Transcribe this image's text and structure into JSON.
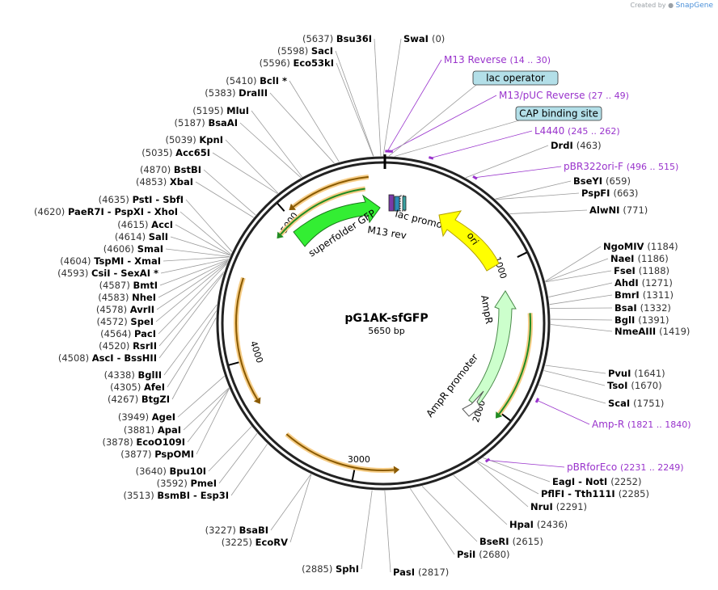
{
  "brand": {
    "created_by": "Created by",
    "app": "SnapGene"
  },
  "plasmid": {
    "name": "pG1AK-sfGFP",
    "length_label": "5650 bp",
    "length": 5650
  },
  "colors": {
    "backbone": "#222222",
    "primer": "#9933cc",
    "label_dark": "#000000",
    "ori": "#ffff00",
    "sfgfp": "#33ee33",
    "ampr": "#ccffcc",
    "lac_box": "#b3dfe8"
  },
  "ticks": [
    {
      "label": "1000",
      "pos": 1000
    },
    {
      "label": "2000",
      "pos": 2000
    },
    {
      "label": "3000",
      "pos": 3000
    },
    {
      "label": "4000",
      "pos": 4000
    },
    {
      "label": "5000",
      "pos": 5000
    }
  ],
  "features": {
    "sfgfp": "superfolder GFP",
    "m13rev": "M13 rev",
    "lac_promoter": "lac promoter",
    "ori": "ori",
    "ampr": "AmpR",
    "ampr_promoter": "AmpR promoter"
  },
  "left_sites": [
    {
      "pos": "(5637)",
      "name": "Bsu36I"
    },
    {
      "pos": "(5598)",
      "name": "SacI"
    },
    {
      "pos": "(5596)",
      "name": "Eco53kI"
    },
    {
      "pos": "(5410)",
      "name": "BclI *"
    },
    {
      "pos": "(5383)",
      "name": "DraIII"
    },
    {
      "pos": "(5195)",
      "name": "MluI"
    },
    {
      "pos": "(5187)",
      "name": "BsaAI"
    },
    {
      "pos": "(5039)",
      "name": "KpnI"
    },
    {
      "pos": "(5035)",
      "name": "Acc65I"
    },
    {
      "pos": "(4870)",
      "name": "BstBI"
    },
    {
      "pos": "(4853)",
      "name": "XbaI"
    },
    {
      "pos": "(4635)",
      "name": "PstI  - SbfI"
    },
    {
      "pos": "(4620)",
      "name": "PaeR7I  - PspXI  - XhoI"
    },
    {
      "pos": "(4615)",
      "name": "AccI"
    },
    {
      "pos": "(4614)",
      "name": "SalI"
    },
    {
      "pos": "(4606)",
      "name": "SmaI"
    },
    {
      "pos": "(4604)",
      "name": "TspMI  - XmaI"
    },
    {
      "pos": "(4593)",
      "name": "CsiI  - SexAI *"
    },
    {
      "pos": "(4587)",
      "name": "BmtI"
    },
    {
      "pos": "(4583)",
      "name": "NheI"
    },
    {
      "pos": "(4578)",
      "name": "AvrII"
    },
    {
      "pos": "(4572)",
      "name": "SpeI"
    },
    {
      "pos": "(4564)",
      "name": "PacI"
    },
    {
      "pos": "(4520)",
      "name": "RsrII"
    },
    {
      "pos": "(4508)",
      "name": "AscI  - BssHII"
    },
    {
      "pos": "(4338)",
      "name": "BglII"
    },
    {
      "pos": "(4305)",
      "name": "AfeI"
    },
    {
      "pos": "(4267)",
      "name": "BtgZI"
    },
    {
      "pos": "(3949)",
      "name": "AgeI"
    },
    {
      "pos": "(3881)",
      "name": "ApaI"
    },
    {
      "pos": "(3878)",
      "name": "EcoO109I"
    },
    {
      "pos": "(3877)",
      "name": "PspOMI"
    },
    {
      "pos": "(3640)",
      "name": "Bpu10I"
    },
    {
      "pos": "(3592)",
      "name": "PmeI"
    },
    {
      "pos": "(3513)",
      "name": "BsmBI  - Esp3I"
    },
    {
      "pos": "(3227)",
      "name": "BsaBI"
    },
    {
      "pos": "(3225)",
      "name": "EcoRV"
    },
    {
      "pos": "(2885)",
      "name": "SphI"
    }
  ],
  "right_sites": [
    {
      "name": "SwaI",
      "pos": "(0)"
    },
    {
      "name": "DrdI",
      "pos": "(463)"
    },
    {
      "name": "BseYI",
      "pos": "(659)"
    },
    {
      "name": "PspFI",
      "pos": "(663)"
    },
    {
      "name": "AlwNI",
      "pos": "(771)"
    },
    {
      "name": "NgoMIV",
      "pos": "(1184)"
    },
    {
      "name": "NaeI",
      "pos": "(1186)"
    },
    {
      "name": "FseI",
      "pos": "(1188)"
    },
    {
      "name": "AhdI",
      "pos": "(1271)"
    },
    {
      "name": "BmrI",
      "pos": "(1311)"
    },
    {
      "name": "BsaI",
      "pos": "(1332)"
    },
    {
      "name": "BglI",
      "pos": "(1391)"
    },
    {
      "name": "NmeAIII",
      "pos": "(1419)"
    },
    {
      "name": "PvuI",
      "pos": "(1641)"
    },
    {
      "name": "TsoI",
      "pos": "(1670)"
    },
    {
      "name": "ScaI",
      "pos": "(1751)"
    },
    {
      "name": "EagI  - NotI",
      "pos": "(2252)"
    },
    {
      "name": "PflFI  - Tth111I",
      "pos": "(2285)"
    },
    {
      "name": "NruI",
      "pos": "(2291)"
    },
    {
      "name": "HpaI",
      "pos": "(2436)"
    },
    {
      "name": "BseRI",
      "pos": "(2615)"
    },
    {
      "name": "PsiI",
      "pos": "(2680)"
    },
    {
      "name": "PasI",
      "pos": "(2817)"
    }
  ],
  "primers": [
    {
      "name": "M13 Reverse",
      "range": "(14 .. 30)"
    },
    {
      "name": "M13/pUC Reverse",
      "range": "(27 .. 49)"
    },
    {
      "name": "L4440",
      "range": "(245 .. 262)"
    },
    {
      "name": "pBR322ori-F",
      "range": "(496 .. 515)"
    },
    {
      "name": "Amp-R",
      "range": "(1821 .. 1840)"
    },
    {
      "name": "pBRforEco",
      "range": "(2231 .. 2249)"
    }
  ],
  "boxed": [
    {
      "name": "lac operator"
    },
    {
      "name": "CAP binding site"
    }
  ]
}
